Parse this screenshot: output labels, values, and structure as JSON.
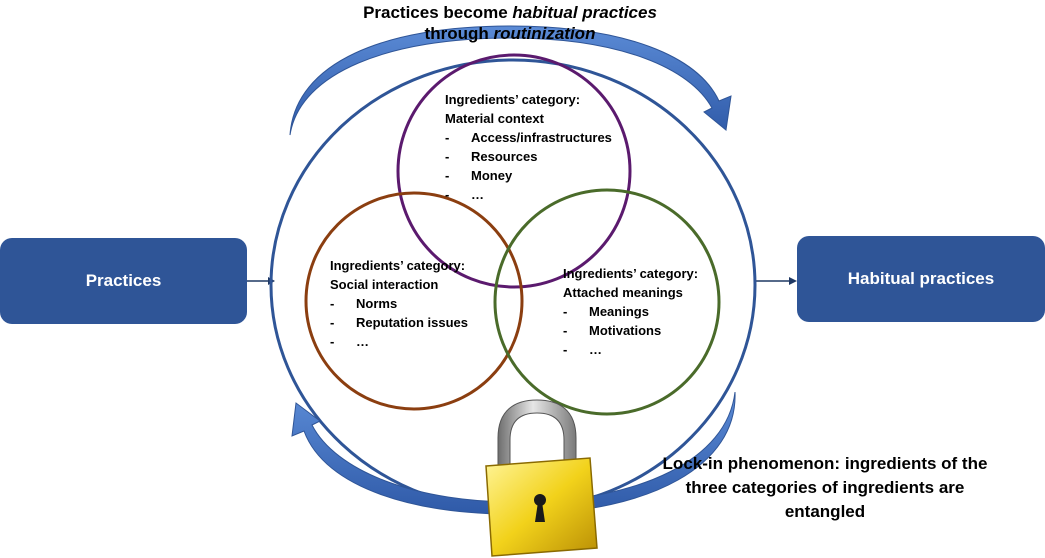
{
  "title": {
    "line1_prefix": "Practices become ",
    "line1_emphasis": "habitual practices",
    "line2_prefix": "through ",
    "line2_emphasis": "routinization"
  },
  "boxes": {
    "left": "Practices",
    "right": "Habitual practices"
  },
  "categories": {
    "material": {
      "heading": "Ingredients’ category:",
      "name": "Material context",
      "items": [
        "Access/infrastructures",
        "Resources",
        "Money",
        "…"
      ],
      "color": "#5b1a6e"
    },
    "social": {
      "heading": "Ingredients’ category:",
      "name": "Social interaction",
      "items": [
        "Norms",
        "Reputation issues",
        "…"
      ],
      "color": "#8b3e10"
    },
    "meanings": {
      "heading": "Ingredients’ category:",
      "name": "Attached meanings",
      "items": [
        "Meanings",
        "Motivations",
        "…"
      ],
      "color": "#4a6b2a"
    }
  },
  "lock_in": {
    "line1": "Lock-in phenomenon: ingredients of the",
    "line2": "three categories of ingredients are",
    "line3": "entangled"
  },
  "colors": {
    "box": "#2f5597",
    "outer_ring": "#2f5597",
    "arrow": "#4472c4",
    "lock_body": "#f2d21b"
  },
  "icons": {
    "lock": "padlock-icon",
    "cycle": "curved-arrow-icon"
  }
}
